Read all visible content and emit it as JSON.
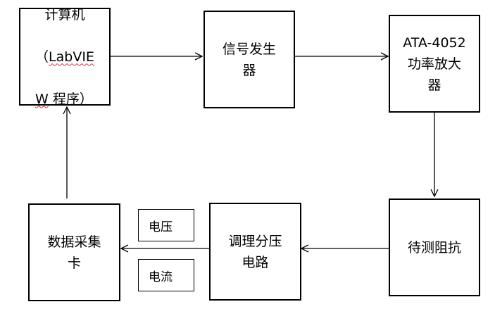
{
  "nodes": {
    "computer": {
      "line1": "计算机",
      "line2_open": "（",
      "line2_word": "LabVIE",
      "line3_word": "W",
      "line3_rest": " 程序）"
    },
    "signal_generator": {
      "label": "信号发生\n器"
    },
    "power_amplifier": {
      "label": "ATA-4052\n功率放大\n器"
    },
    "impedance": {
      "label": "待测阻抗"
    },
    "conditioning": {
      "label": "调理分压\n电路"
    },
    "daq_card": {
      "label": "数据采集\n卡"
    }
  },
  "signals": {
    "voltage": "电压",
    "current": "电流"
  },
  "colors": {
    "stroke": "#000000",
    "spellcheck": "#dd3333"
  }
}
